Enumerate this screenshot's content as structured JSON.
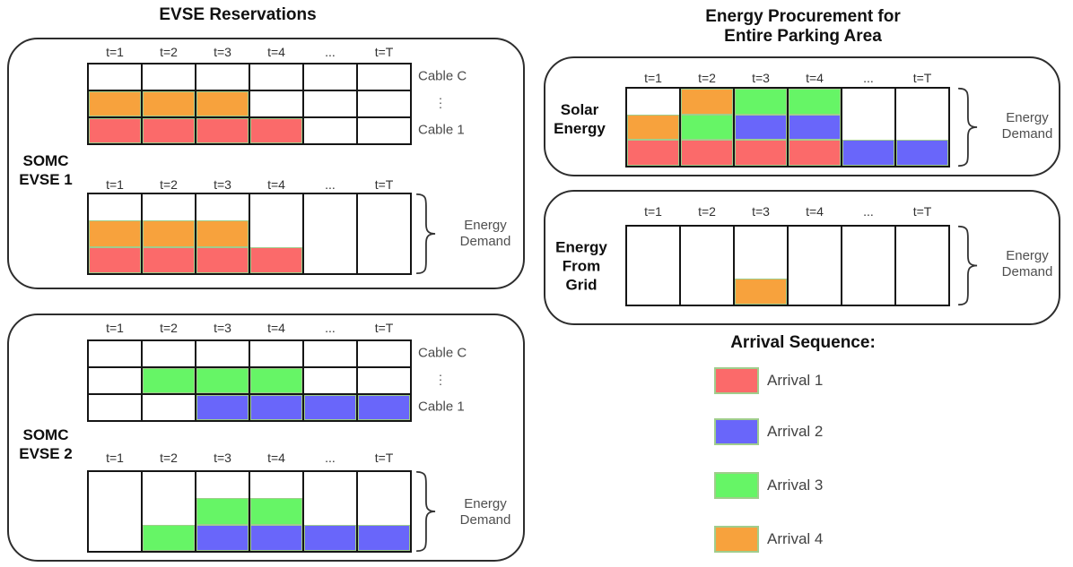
{
  "titles": {
    "left": "EVSE Reservations",
    "right_lines": [
      "Energy Procurement for",
      "Entire Parking Area"
    ],
    "legend": "Arrival Sequence:"
  },
  "time_headers": [
    "t=1",
    "t=2",
    "t=3",
    "t=4",
    "...",
    "t=T"
  ],
  "cable_labels": {
    "top": "Cable C",
    "dots": "⋮",
    "bottom": "Cable 1"
  },
  "demand_brace_label_lines": [
    "Energy",
    "Demand"
  ],
  "colors": {
    "red": "#FB6A6A",
    "blue": "#6966FA",
    "green": "#66F566",
    "orange": "#F7A23D",
    "segment_border_green": "#A0CD8C",
    "grid_line": "#151515",
    "box_border": "#2D2D2D",
    "muted_text": "#4F4F4F"
  },
  "evse_panels": [
    {
      "name_lines": [
        "SOMC",
        "EVSE 1"
      ],
      "reservation_rows": [
        [
          null,
          null,
          null,
          null,
          null,
          null
        ],
        [
          "orange",
          "orange",
          "orange",
          null,
          null,
          null
        ],
        [
          "red",
          "red",
          "red",
          "red",
          null,
          null
        ]
      ],
      "demand_columns": [
        [
          "red",
          "orange"
        ],
        [
          "red",
          "orange"
        ],
        [
          "red",
          "orange"
        ],
        [
          "red"
        ],
        [],
        []
      ]
    },
    {
      "name_lines": [
        "SOMC",
        "EVSE 2"
      ],
      "reservation_rows": [
        [
          null,
          null,
          null,
          null,
          null,
          null
        ],
        [
          null,
          "green",
          "green",
          "green",
          null,
          null
        ],
        [
          null,
          null,
          "blue",
          "blue",
          "blue",
          "blue"
        ]
      ],
      "demand_columns": [
        [],
        [
          "green"
        ],
        [
          "blue",
          "green"
        ],
        [
          "blue",
          "green"
        ],
        [
          "blue"
        ],
        [
          "blue"
        ]
      ]
    }
  ],
  "procurement_panels": [
    {
      "name_lines": [
        "Solar",
        "Energy"
      ],
      "demand_columns": [
        [
          "red",
          "orange"
        ],
        [
          "red",
          "green",
          "orange"
        ],
        [
          "red",
          "blue",
          "green"
        ],
        [
          "red",
          "blue",
          "green"
        ],
        [
          "blue"
        ],
        [
          "blue"
        ]
      ]
    },
    {
      "name_lines": [
        "Energy",
        "From",
        "Grid"
      ],
      "demand_columns": [
        [],
        [],
        [
          "orange"
        ],
        [],
        [],
        []
      ]
    }
  ],
  "legend": [
    {
      "label": "Arrival 1",
      "color": "red"
    },
    {
      "label": "Arrival 2",
      "color": "blue"
    },
    {
      "label": "Arrival 3",
      "color": "green"
    },
    {
      "label": "Arrival 4",
      "color": "orange"
    }
  ]
}
